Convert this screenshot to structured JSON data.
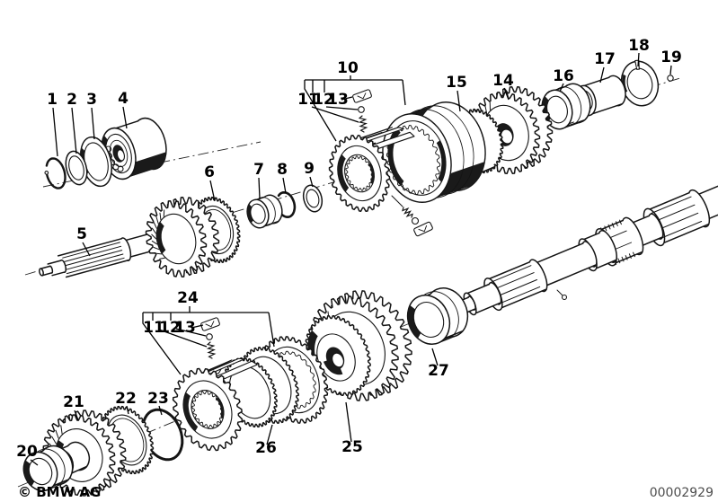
{
  "figure": {
    "copyright": "© BMW AG",
    "image_number": "00002929",
    "callouts": {
      "c1": "1",
      "c2": "2",
      "c3": "3",
      "c4": "4",
      "c5": "5",
      "c6": "6",
      "c7": "7",
      "c8": "8",
      "c9": "9",
      "c10": "10",
      "c11a": "11",
      "c12a": "12",
      "c13a": "13",
      "c14": "14",
      "c15": "15",
      "c16": "16",
      "c17": "17",
      "c18": "18",
      "c19": "19",
      "c20": "20",
      "c21": "21",
      "c22": "22",
      "c23": "23",
      "c24": "24",
      "c11b": "11",
      "c12b": "12",
      "c13b": "13",
      "c25": "25",
      "c26": "26",
      "c27": "27"
    }
  }
}
